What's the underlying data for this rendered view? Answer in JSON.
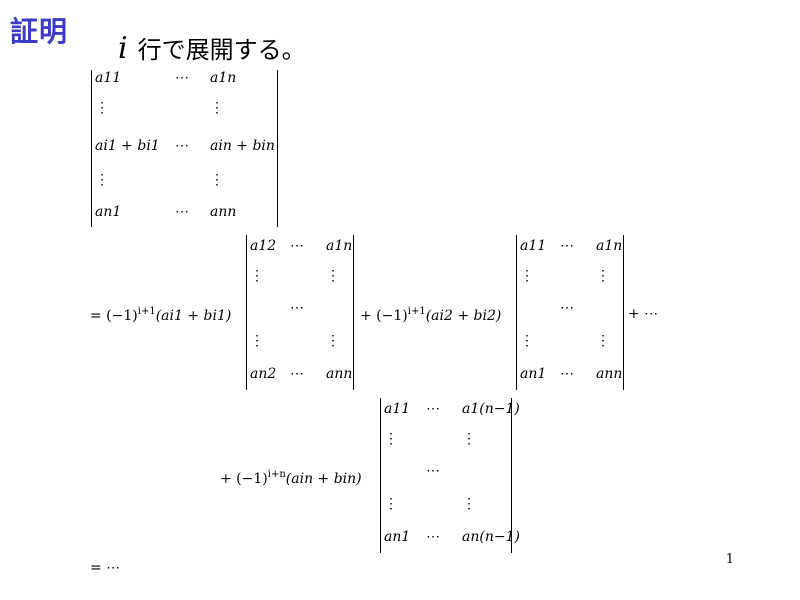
{
  "slide": {
    "title": "証明",
    "subtitle_var": "i",
    "subtitle_text": "行で展開する。",
    "page_number": "1"
  },
  "matrix1": {
    "cells": [
      [
        "a11",
        "⋯",
        "a1n"
      ],
      [
        "⋮",
        "",
        "⋮"
      ],
      [
        "ai1 + bi1",
        "⋯",
        "ain + bin"
      ],
      [
        "⋮",
        "",
        "⋮"
      ],
      [
        "an1",
        "⋯",
        "ann"
      ]
    ]
  },
  "expansion": {
    "line1_lead": "= (−1)",
    "line1_exp1": "i+1",
    "line1_coef1": "(ai1 + bi1)",
    "line1_plus2": "+ (−1)",
    "line1_exp2": "i+1",
    "line1_coef2": "(ai2 + bi2)",
    "line1_tail": "+ ⋯",
    "line2_lead": "+ (−1)",
    "line2_exp": "i+n",
    "line2_coef": "(ain + bin)",
    "final": "= ⋯"
  },
  "minors": {
    "m1": [
      [
        "a12",
        "⋯",
        "a1n"
      ],
      [
        "⋮",
        "",
        "⋮"
      ],
      [
        "",
        "⋯",
        ""
      ],
      [
        "⋮",
        "",
        "⋮"
      ],
      [
        "an2",
        "⋯",
        "ann"
      ]
    ],
    "m2": [
      [
        "a11",
        "⋯",
        "a1n"
      ],
      [
        "⋮",
        "",
        "⋮"
      ],
      [
        "",
        "⋯",
        ""
      ],
      [
        "⋮",
        "",
        "⋮"
      ],
      [
        "an1",
        "⋯",
        "ann"
      ]
    ],
    "m3": [
      [
        "a11",
        "⋯",
        "a1(n−1)"
      ],
      [
        "⋮",
        "",
        "⋮"
      ],
      [
        "",
        "⋯",
        ""
      ],
      [
        "⋮",
        "",
        "⋮"
      ],
      [
        "an1",
        "⋯",
        "an(n−1)"
      ]
    ]
  }
}
